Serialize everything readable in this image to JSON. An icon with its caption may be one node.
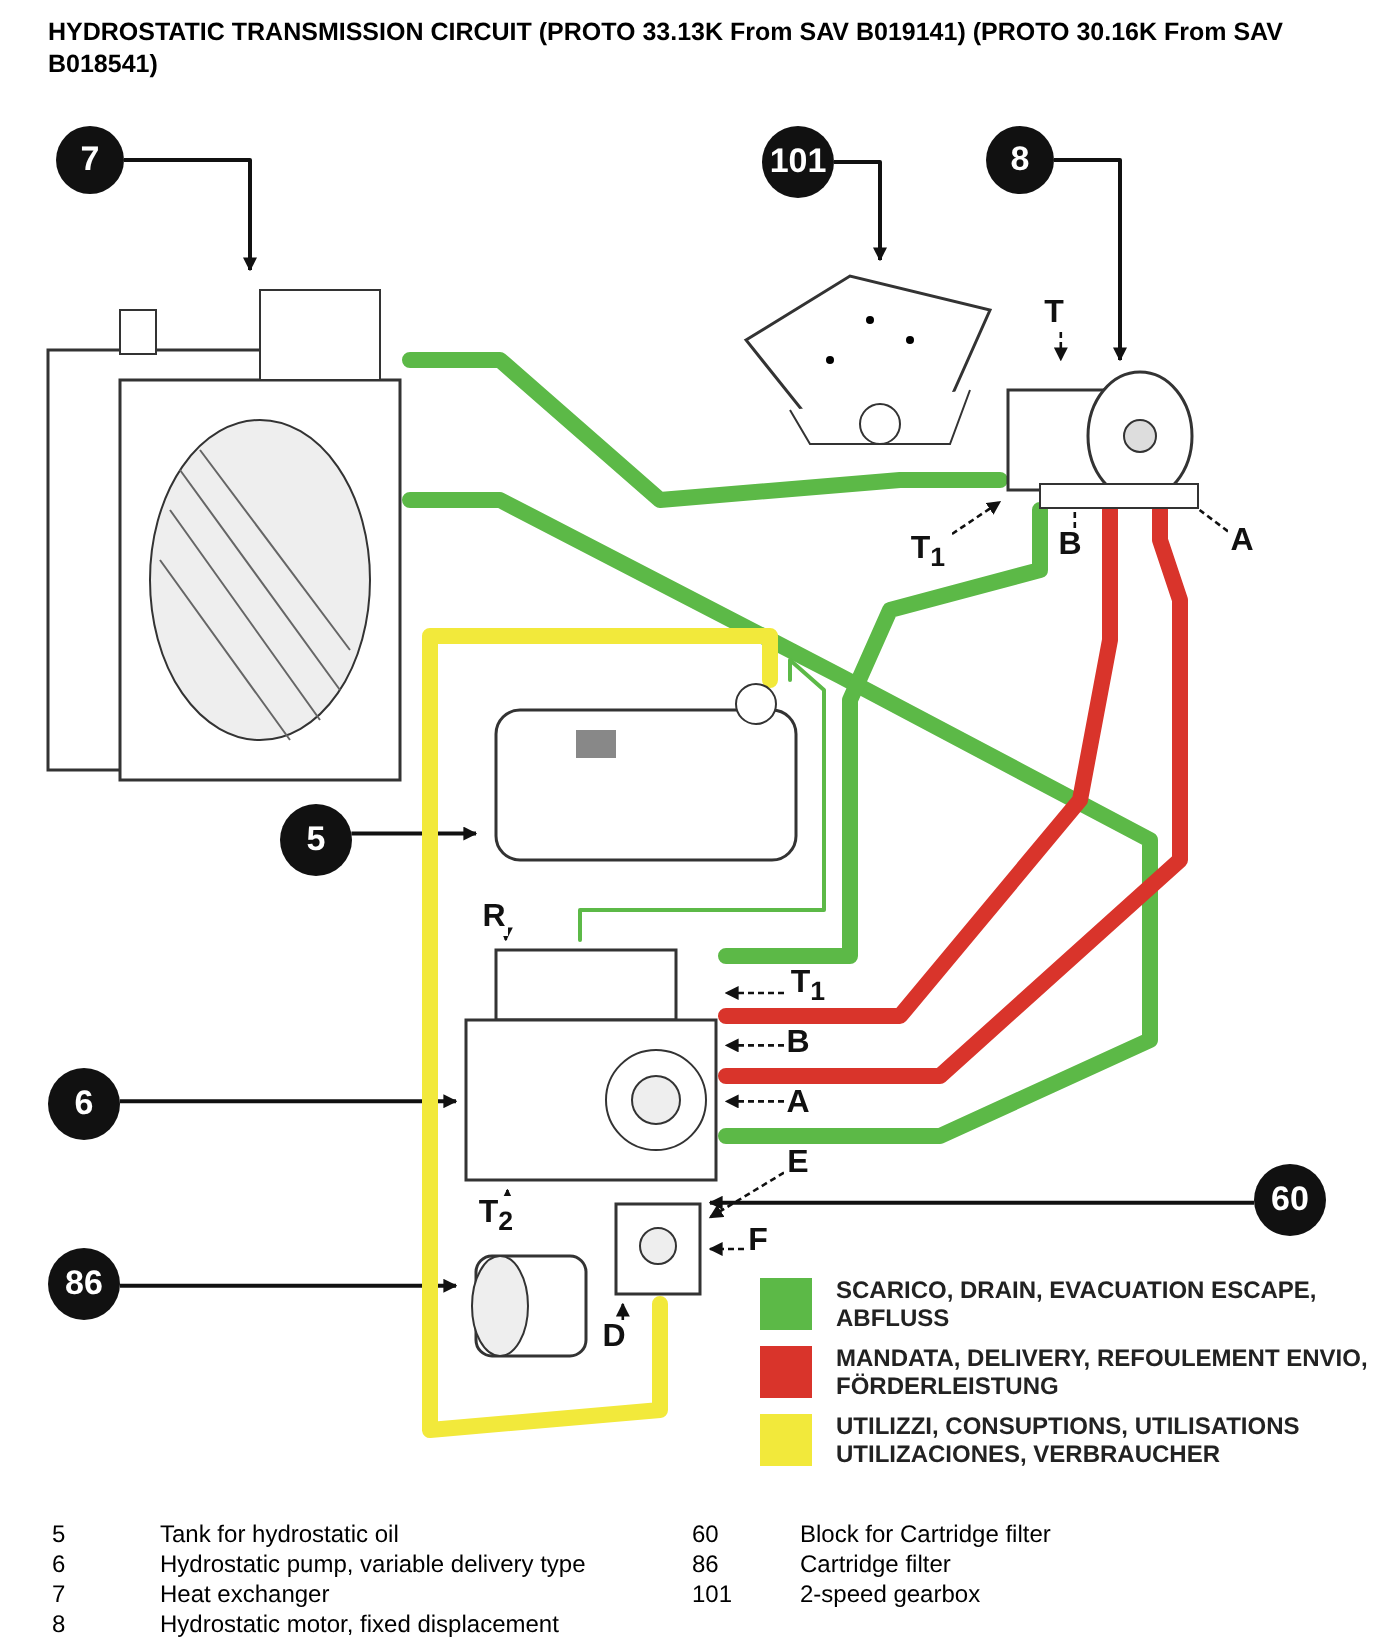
{
  "diagram": {
    "title": "HYDROSTATIC TRANSMISSION CIRCUIT (PROTO 33.13K From SAV B019141) (PROTO 30.16K From SAV B018541)",
    "nodes": [
      {
        "text": [
          "7"
        ]
      },
      {
        "text": [
          "101"
        ]
      },
      {
        "text": [
          "8"
        ]
      },
      {
        "text": [],
        "shape": "picture"
      },
      {
        "text": [],
        "shape": "picture"
      },
      {
        "text": [
          "T"
        ]
      },
      {
        "text": [],
        "shape": "picture"
      },
      {
        "text": [
          "A"
        ]
      },
      {
        "text": [
          "B"
        ]
      },
      {
        "text": [
          "T$_{1}$"
        ]
      },
      {
        "text": [],
        "shape": "picture"
      },
      {
        "text": [
          "5"
        ]
      },
      {
        "text": [
          "R"
        ]
      },
      {
        "text": [
          "T$_{1}$"
        ]
      },
      {
        "text": [
          "B"
        ]
      },
      {
        "text": [],
        "shape": "picture"
      },
      {
        "text": [
          "A"
        ]
      },
      {
        "text": [
          "6"
        ]
      },
      {
        "text": [
          "E"
        ]
      },
      {
        "text": [
          "60"
        ]
      },
      {
        "text": [
          "F"
        ]
      },
      {
        "text": [],
        "shape": "picture"
      },
      {
        "text": [
          "T$_{2}$"
        ]
      },
      {
        "text": [
          "86"
        ]
      },
      {
        "text": [],
        "shape": "picture"
      },
      {
        "text": [
          "D"
        ]
      }
    ],
    "edges": [
      {
        "from": 0,
        "to": 3,
        "arrow": "to"
      },
      {
        "from": 1,
        "to": 4,
        "arrow": "to"
      },
      {
        "from": 2,
        "to": 6,
        "arrow": "to"
      },
      {
        "from": 5,
        "to": 6,
        "arrow": "to",
        "style": "dashed"
      },
      {
        "from": 7,
        "to": 6,
        "arrow": "none",
        "style": "dashed"
      },
      {
        "from": 8,
        "to": 6,
        "arrow": "none",
        "style": "dashed"
      },
      {
        "from": 9,
        "to": 6,
        "arrow": "to",
        "style": "dashed"
      },
      {
        "from": 11,
        "to": 10,
        "arrow": "to"
      },
      {
        "from": 12,
        "to": 15,
        "arrow": "to",
        "style": "dashed"
      },
      {
        "from": 13,
        "to": 15,
        "arrow": "to",
        "style": "dashed"
      },
      {
        "from": 14,
        "to": 15,
        "arrow": "to",
        "style": "dashed"
      },
      {
        "from": 16,
        "to": 15,
        "arrow": "to",
        "style": "dashed"
      },
      {
        "from": 17,
        "to": 15,
        "arrow": "to"
      },
      {
        "from": 18,
        "to": 21,
        "arrow": "to",
        "style": "dashed"
      },
      {
        "from": 19,
        "to": 21,
        "arrow": "to"
      },
      {
        "from": 20,
        "to": 21,
        "arrow": "to",
        "style": "dashed"
      },
      {
        "from": 22,
        "to": 15,
        "arrow": "to",
        "style": "dashed"
      },
      {
        "from": 23,
        "to": 24,
        "arrow": "to"
      },
      {
        "from": 25,
        "to": 21,
        "arrow": "to",
        "style": "dashed"
      },
      {
        "from": 3,
        "to": 6,
        "arrow": "none",
        "style": "thick",
        "color": "#5cb947"
      },
      {
        "from": 3,
        "to": 15,
        "arrow": "none",
        "style": "thick",
        "color": "#5cb947"
      },
      {
        "from": 6,
        "to": 15,
        "arrow": "none",
        "style": "thick",
        "color": "#5cb947"
      },
      {
        "from": 10,
        "to": 15,
        "arrow": "none",
        "color": "#5cb947"
      },
      {
        "from": 6,
        "to": 15,
        "arrow": "none",
        "style": "thick",
        "color": "#d9342b"
      },
      {
        "from": 6,
        "to": 15,
        "arrow": "none",
        "style": "thick",
        "color": "#d9342b"
      },
      {
        "from": 21,
        "to": 10,
        "arrow": "none",
        "style": "thick",
        "color": "#f2e93b"
      }
    ],
    "labels": [
      "5",
      "Tank for hydrostatic oil",
      "60",
      "Block for Cartridge filter",
      "6",
      "Hydrostatic pump, variable delivery type",
      "86",
      "Cartridge filter",
      "7",
      "Heat exchanger",
      "101",
      "2-speed gearbox",
      "8",
      "Hydrostatic motor, fixed displacement"
    ],
    "legend": [
      {
        "text": "SCARICO, DRAIN, EVACUATION ESCAPE, ABFLUSS",
        "color": "#5cb947"
      },
      {
        "text": "MANDATA, DELIVERY, REFOULEMENT ENVIO, FÖRDERLEISTUNG",
        "color": "#d9342b"
      },
      {
        "text": "UTILIZZI, CONSUPTIONS, UTILISATIONS UTILIZACIONES, VERBRAUCHER",
        "color": "#f2e93b"
      }
    ]
  }
}
